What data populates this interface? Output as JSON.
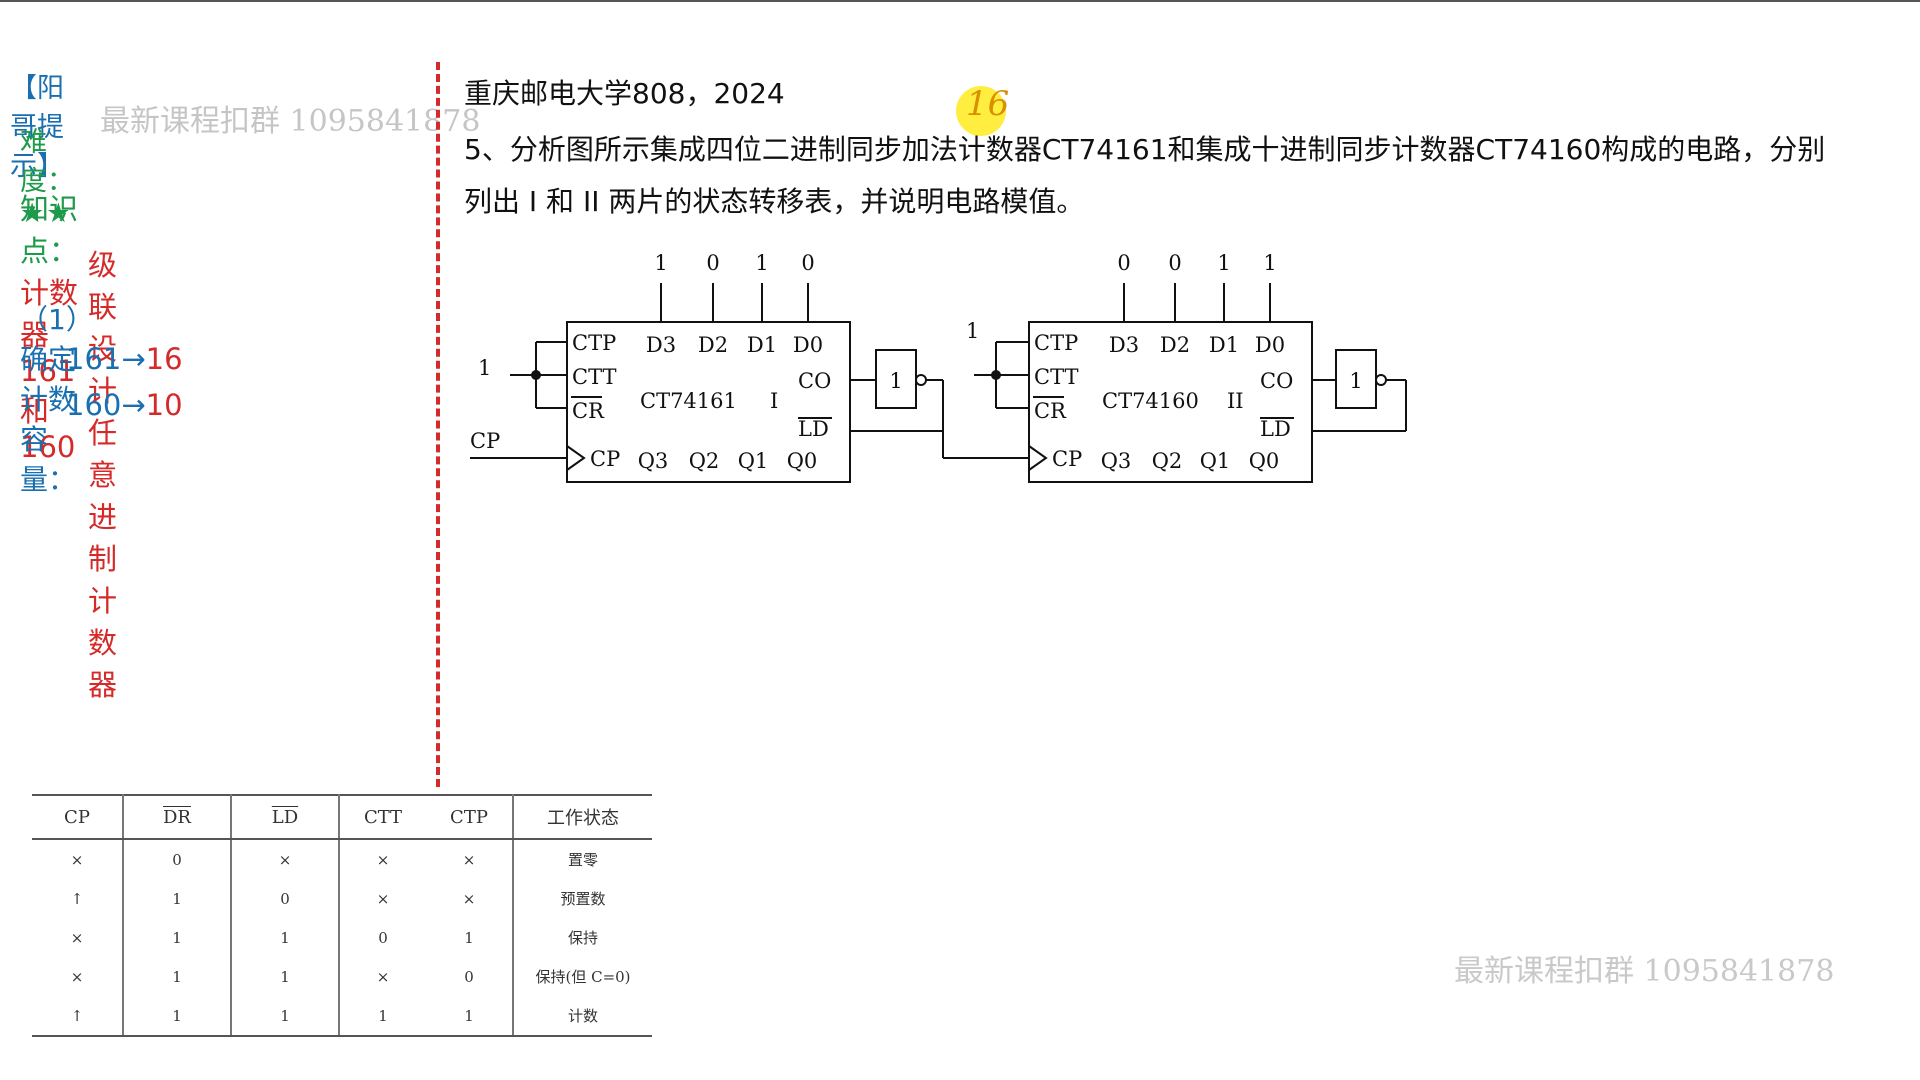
{
  "left": {
    "tip_title": "【阳哥提示】",
    "difficulty_label": "难度：",
    "difficulty_stars": "★★",
    "kp_label": "知识点：",
    "kp_value": "计数器161和160",
    "kp_value2": "级联设计任意进制计数器",
    "step1": "（1）确定计数容量：",
    "cap1_chip": "161→",
    "cap1_val": "16",
    "cap2_chip": "160→",
    "cap2_val": "10"
  },
  "watermark": "最新课程扣群 1095841878",
  "question": {
    "source": "重庆邮电大学808，2024",
    "line1": "5、分析图所示集成四位二进制同步加法计数器CT74161和集成十进制同步计数器CT74160构成的电路，分别",
    "line2": "列出 I 和 II 两片的状态转移表，并说明电路模值。",
    "handwritten": "16"
  },
  "circuit": {
    "chip1": {
      "name": "CT74161",
      "roman": "I",
      "inputs_label": [
        "D3",
        "D2",
        "D1",
        "D0"
      ],
      "data_bits": [
        "1",
        "0",
        "1",
        "0"
      ],
      "outputs": [
        "Q3",
        "Q2",
        "Q1",
        "Q0"
      ],
      "co": "CO",
      "ld": "LD",
      "cr": "CR",
      "ctp": "CTP",
      "ctt": "CTT",
      "cp": "CP",
      "const_one": "1",
      "ext_cp": "CP"
    },
    "chip2": {
      "name": "CT74160",
      "roman": "II",
      "inputs_label": [
        "D3",
        "D2",
        "D1",
        "D0"
      ],
      "data_bits": [
        "0",
        "0",
        "1",
        "1"
      ],
      "outputs": [
        "Q3",
        "Q2",
        "Q1",
        "Q0"
      ],
      "co": "CO",
      "ld": "LD",
      "cr": "CR",
      "ctp": "CTP",
      "ctt": "CTT",
      "cp": "CP",
      "const_one": "1"
    },
    "inverter_label": "1"
  },
  "function_table": {
    "headers": [
      "CP",
      "DR",
      "LD",
      "CTT",
      "CTP",
      "工作状态"
    ],
    "rows": [
      [
        "×",
        "0",
        "×",
        "×",
        "×",
        "置零"
      ],
      [
        "↑",
        "1",
        "0",
        "×",
        "×",
        "预置数"
      ],
      [
        "×",
        "1",
        "1",
        "0",
        "1",
        "保持"
      ],
      [
        "×",
        "1",
        "1",
        "×",
        "0",
        "保持(但 C=0)"
      ],
      [
        "↑",
        "1",
        "1",
        "1",
        "1",
        "计数"
      ]
    ]
  }
}
